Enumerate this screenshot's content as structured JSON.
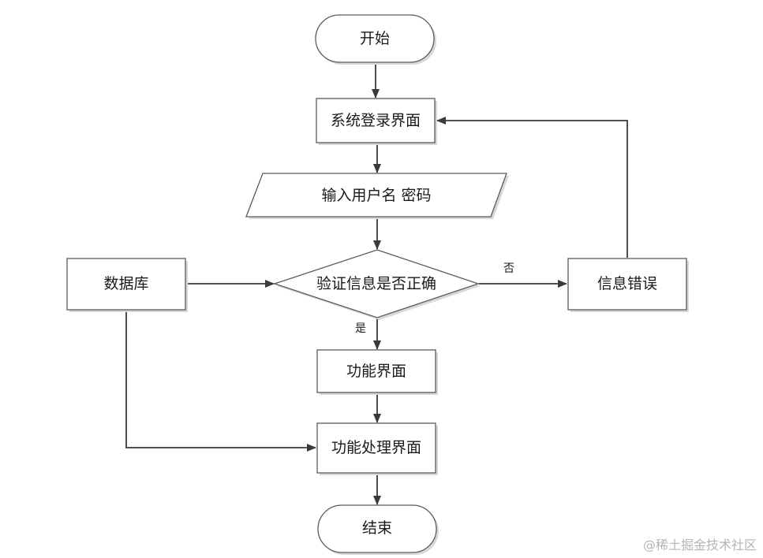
{
  "nodes": {
    "start": {
      "label": "开始",
      "shape": "terminator"
    },
    "login": {
      "label": "系统登录界面",
      "shape": "process"
    },
    "input": {
      "label": "输入用户名 密码",
      "shape": "input-output"
    },
    "check": {
      "label": "验证信息是否正确",
      "shape": "decision"
    },
    "database": {
      "label": "数据库",
      "shape": "process"
    },
    "error": {
      "label": "信息错误",
      "shape": "process"
    },
    "function": {
      "label": "功能界面",
      "shape": "process"
    },
    "process": {
      "label": "功能处理界面",
      "shape": "process"
    },
    "end": {
      "label": "结束",
      "shape": "terminator"
    }
  },
  "edges": {
    "start_login": {
      "from": "开始",
      "to": "系统登录界面"
    },
    "login_input": {
      "from": "系统登录界面",
      "to": "输入用户名 密码"
    },
    "input_check": {
      "from": "输入用户名 密码",
      "to": "验证信息是否正确"
    },
    "database_check": {
      "from": "数据库",
      "to": "验证信息是否正确"
    },
    "check_error": {
      "from": "验证信息是否正确",
      "to": "信息错误",
      "label": "否"
    },
    "error_login": {
      "from": "信息错误",
      "to": "系统登录界面"
    },
    "check_function": {
      "from": "验证信息是否正确",
      "to": "功能界面",
      "label": "是"
    },
    "function_process": {
      "from": "功能界面",
      "to": "功能处理界面"
    },
    "database_process": {
      "from": "数据库",
      "to": "功能处理界面"
    },
    "process_end": {
      "from": "功能处理界面",
      "to": "结束"
    }
  },
  "watermark": "@稀土掘金技术社区",
  "colors": {
    "stroke": "#5a5a5a",
    "edge": "#3a3a3a",
    "shadow": "#d8d8d8",
    "watermark": "#b4b4b4"
  }
}
